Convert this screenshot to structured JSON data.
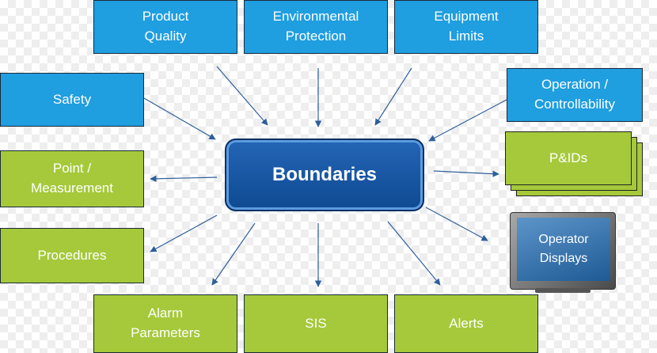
{
  "center": {
    "label": "Boundaries"
  },
  "nodes": {
    "product_quality": "Product\nQuality",
    "environmental_protection": "Environmental\nProtection",
    "equipment_limits": "Equipment\nLimits",
    "safety": "Safety",
    "operation_controllability": "Operation /\nControllability",
    "point_measurement": "Point /\nMeasurement",
    "pids": "P&IDs",
    "procedures": "Procedures",
    "operator_displays": "Operator\nDisplays",
    "alarm_parameters": "Alarm\nParameters",
    "sis": "SIS",
    "alerts": "Alerts"
  },
  "colors": {
    "input_box": "#1f9ee0",
    "output_box": "#a5c93a",
    "center_box": "#1a56a3",
    "arrow": "#2f5f9a"
  }
}
